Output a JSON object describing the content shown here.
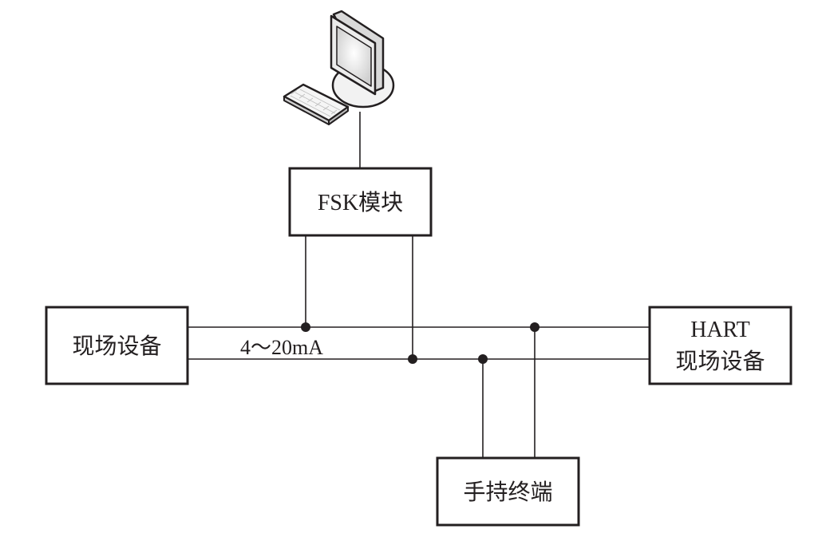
{
  "diagram": {
    "type": "HART communication network topology",
    "nodes": {
      "computer": {
        "label": "",
        "icon": "desktop-computer-icon"
      },
      "fsk_module": {
        "label": "FSK模块"
      },
      "field_device": {
        "label": "现场设备"
      },
      "hart_field_device": {
        "line1": "HART",
        "line2": "现场设备"
      },
      "handheld_terminal": {
        "label": "手持终端"
      }
    },
    "loop_label": "4～20mA",
    "connections": [
      {
        "from": "computer",
        "to": "fsk_module"
      },
      {
        "from": "field_device",
        "to": "hart_field_device",
        "wire": "loop-top"
      },
      {
        "from": "field_device",
        "to": "hart_field_device",
        "wire": "loop-bottom"
      },
      {
        "from": "fsk_module",
        "to": "loop-top",
        "junction": true
      },
      {
        "from": "fsk_module",
        "to": "loop-bottom",
        "junction": true
      },
      {
        "from": "handheld_terminal",
        "to": "loop-bottom",
        "junction": true
      },
      {
        "from": "handheld_terminal",
        "to": "loop-top",
        "junction": true
      }
    ],
    "colors": {
      "line": "#231f20",
      "fill": "#ffffff"
    }
  }
}
